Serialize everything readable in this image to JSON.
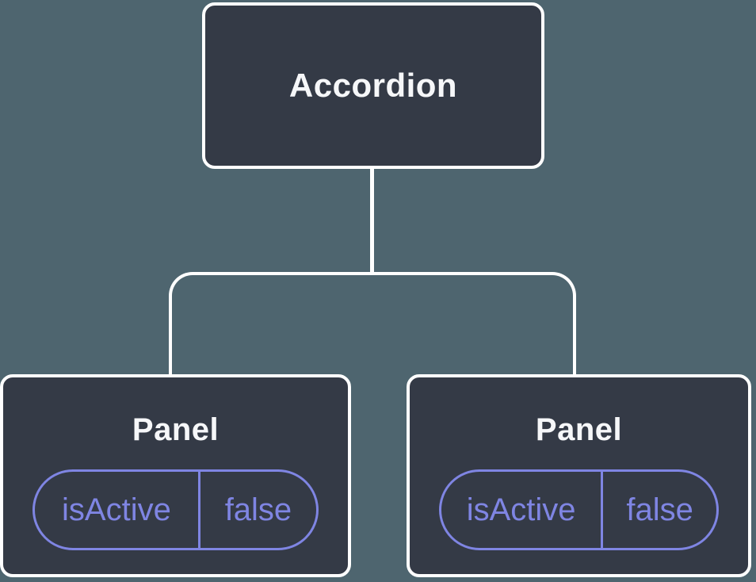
{
  "diagram": {
    "root": {
      "label": "Accordion"
    },
    "children": [
      {
        "label": "Panel",
        "state": {
          "key": "isActive",
          "value": "false"
        }
      },
      {
        "label": "Panel",
        "state": {
          "key": "isActive",
          "value": "false"
        }
      }
    ]
  },
  "colors": {
    "background": "#4e656f",
    "node_background": "#343a46",
    "node_border": "#ffffff",
    "node_text": "#f6f7f9",
    "state_accent": "#7f85e3",
    "connector": "#ffffff"
  }
}
